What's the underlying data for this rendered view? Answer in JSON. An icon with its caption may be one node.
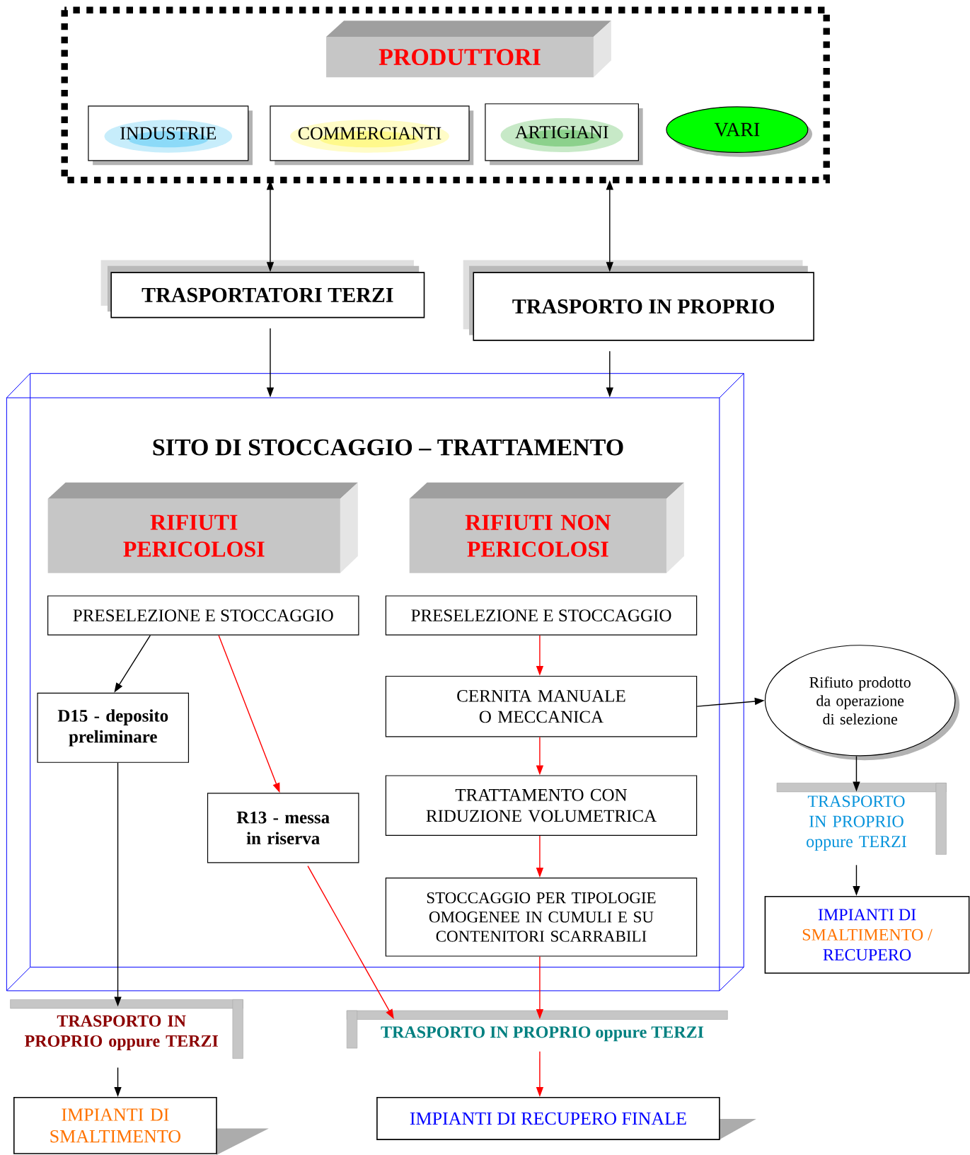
{
  "diagram": {
    "nodes": [
      {
        "text": [],
        "shape": "box"
      },
      {
        "text": [
          "PRODUTTORI"
        ],
        "in": 0
      },
      {
        "text": [
          "INDUSTRIE"
        ],
        "in": 0
      },
      {
        "text": [
          "COMMERCIANTI"
        ],
        "in": 0
      },
      {
        "text": [
          "ARTIGIANI"
        ],
        "in": 0
      },
      {
        "text": [
          "VARI"
        ],
        "in": 0
      },
      {
        "text": [
          "TRASPORTATORI TERZI"
        ]
      },
      {
        "text": [
          "TRASPORTO IN PROPRIO"
        ]
      },
      {
        "text": [
          "SITO DI STOCCAGGIO – TRATTAMENTO"
        ]
      },
      {
        "text": [
          "RIFIUTI PERICOLOSI"
        ],
        "in": 8
      },
      {
        "text": [
          "RIFIUTI NON PERICOLOSI"
        ],
        "in": 8
      },
      {
        "text": [
          "PRESELEZIONE E STOCCAGGIO"
        ],
        "in": 8
      },
      {
        "text": [
          "PRESELEZIONE E STOCCAGGIO"
        ],
        "in": 8
      },
      {
        "text": [
          "D15 - deposito preliminare"
        ],
        "in": 8
      },
      {
        "text": [
          "R13 - messa in riserva"
        ],
        "in": 8
      },
      {
        "text": [
          "CERNITA MANUALE O MECCANICA"
        ],
        "in": 8
      },
      {
        "text": [
          "TRATTAMENTO CON RIDUZIONE VOLUMETRICA"
        ],
        "in": 8
      },
      {
        "text": [
          "STOCCAGGIO PER TIPOLOGIE OMOGENEE IN CUMULI E SU CONTENITORI SCARRABILI"
        ],
        "in": 8
      },
      {
        "text": [
          "Rifiuto prodotto da operazione di selezione"
        ]
      },
      {
        "text": [
          "TRASPORTO IN PROPRIO oppure TERZI"
        ]
      },
      {
        "text": [
          "IMPIANTI DI",
          "SMALTIMENTO /",
          "RECUPERO"
        ]
      },
      {
        "text": [
          "TRASPORTO IN PROPRIO oppure TERZI"
        ]
      },
      {
        "text": [
          "IMPIANTI DI SMALTIMENTO"
        ]
      },
      {
        "text": [
          "TRASPORTO IN PROPRIO oppure TERZI"
        ]
      },
      {
        "text": [
          "IMPIANTI DI RECUPERO FINALE"
        ]
      }
    ],
    "edges": [
      {
        "from": 0,
        "to": 6,
        "arrow": "both"
      },
      {
        "from": 0,
        "to": 7,
        "arrow": "both"
      },
      {
        "from": 6,
        "to": 8,
        "arrow": "to"
      },
      {
        "from": 7,
        "to": 8,
        "arrow": "to"
      },
      {
        "from": 11,
        "to": 13,
        "arrow": "to"
      },
      {
        "from": 11,
        "to": 14,
        "arrow": "to",
        "color": "#ff0000"
      },
      {
        "from": 12,
        "to": 15,
        "arrow": "to",
        "color": "#ff0000"
      },
      {
        "from": 15,
        "to": 18,
        "arrow": "to"
      },
      {
        "from": 15,
        "to": 16,
        "arrow": "to",
        "color": "#ff0000"
      },
      {
        "from": 16,
        "to": 17,
        "arrow": "to",
        "color": "#ff0000"
      },
      {
        "from": 17,
        "to": 23,
        "arrow": "to",
        "color": "#ff0000"
      },
      {
        "from": 14,
        "to": 23,
        "arrow": "to",
        "color": "#ff0000"
      },
      {
        "from": 13,
        "to": 21,
        "arrow": "to"
      },
      {
        "from": 21,
        "to": 22,
        "arrow": "to"
      },
      {
        "from": 23,
        "to": 24,
        "arrow": "to",
        "color": "#ff0000"
      },
      {
        "from": 18,
        "to": 19,
        "arrow": "to"
      },
      {
        "from": 19,
        "to": 20,
        "arrow": "to"
      }
    ]
  }
}
